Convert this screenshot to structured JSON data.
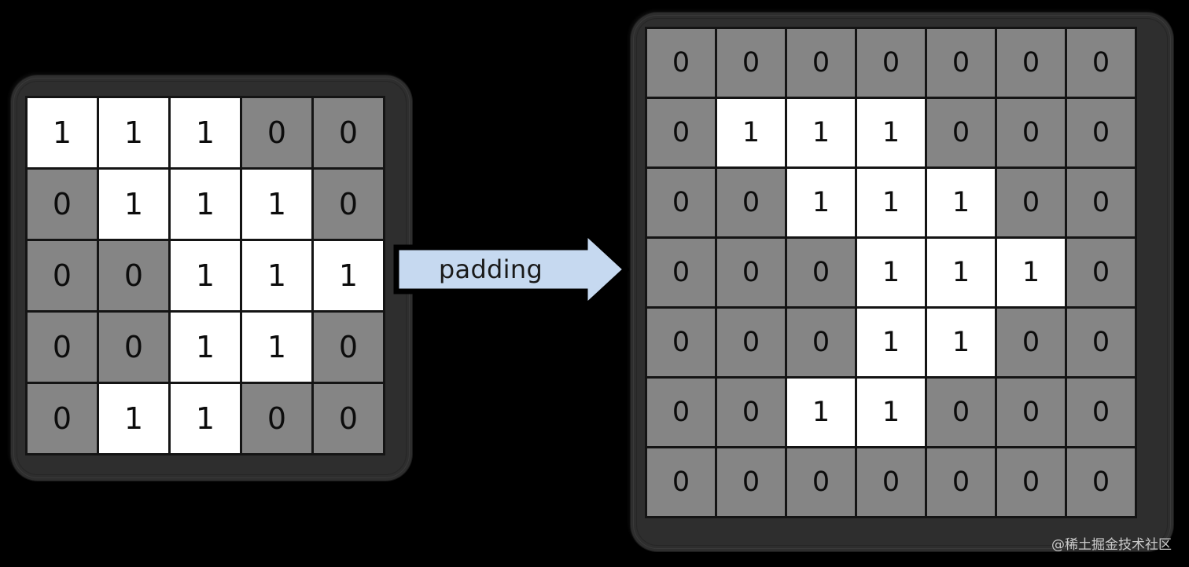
{
  "background_color": "#000000",
  "frame_color": "#2e2e2e",
  "cell_zero_color": "#858585",
  "cell_one_color": "#ffffff",
  "arrow": {
    "label": "padding",
    "fill_color": "#c6d9f0",
    "stroke_color": "#000000",
    "direction": "right"
  },
  "watermark": {
    "text": "@稀土掘金技术社区"
  },
  "left_panel": {
    "name": "input-feature-map",
    "rows": 5,
    "cols": 5,
    "matrix": [
      [
        "1",
        "1",
        "1",
        "0",
        "0"
      ],
      [
        "0",
        "1",
        "1",
        "1",
        "0"
      ],
      [
        "0",
        "0",
        "1",
        "1",
        "1"
      ],
      [
        "0",
        "0",
        "1",
        "1",
        "0"
      ],
      [
        "0",
        "1",
        "1",
        "0",
        "0"
      ]
    ]
  },
  "right_panel": {
    "name": "padded-feature-map",
    "rows": 7,
    "cols": 7,
    "matrix": [
      [
        "0",
        "0",
        "0",
        "0",
        "0",
        "0",
        "0"
      ],
      [
        "0",
        "1",
        "1",
        "1",
        "0",
        "0",
        "0"
      ],
      [
        "0",
        "0",
        "1",
        "1",
        "1",
        "0",
        "0"
      ],
      [
        "0",
        "0",
        "0",
        "1",
        "1",
        "1",
        "0"
      ],
      [
        "0",
        "0",
        "0",
        "1",
        "1",
        "0",
        "0"
      ],
      [
        "0",
        "0",
        "1",
        "1",
        "0",
        "0",
        "0"
      ],
      [
        "0",
        "0",
        "0",
        "0",
        "0",
        "0",
        "0"
      ]
    ]
  },
  "chart_data": {
    "type": "heatmap",
    "title": "padding",
    "xlabel": "",
    "ylabel": "",
    "panels": [
      {
        "name": "input-feature-map",
        "rows": 5,
        "cols": 5,
        "values": [
          [
            1,
            1,
            1,
            0,
            0
          ],
          [
            0,
            1,
            1,
            1,
            0
          ],
          [
            0,
            0,
            1,
            1,
            1
          ],
          [
            0,
            0,
            1,
            1,
            0
          ],
          [
            0,
            1,
            1,
            0,
            0
          ]
        ],
        "colormap": {
          "0": "#858585",
          "1": "#ffffff"
        }
      },
      {
        "name": "padded-feature-map",
        "rows": 7,
        "cols": 7,
        "values": [
          [
            0,
            0,
            0,
            0,
            0,
            0,
            0
          ],
          [
            0,
            1,
            1,
            1,
            0,
            0,
            0
          ],
          [
            0,
            0,
            1,
            1,
            1,
            0,
            0
          ],
          [
            0,
            0,
            0,
            1,
            1,
            1,
            0
          ],
          [
            0,
            0,
            0,
            1,
            1,
            0,
            0
          ],
          [
            0,
            0,
            1,
            1,
            0,
            0,
            0
          ],
          [
            0,
            0,
            0,
            0,
            0,
            0,
            0
          ]
        ],
        "colormap": {
          "0": "#858585",
          "1": "#ffffff"
        }
      }
    ],
    "annotations": [
      "padding"
    ],
    "legend": []
  }
}
